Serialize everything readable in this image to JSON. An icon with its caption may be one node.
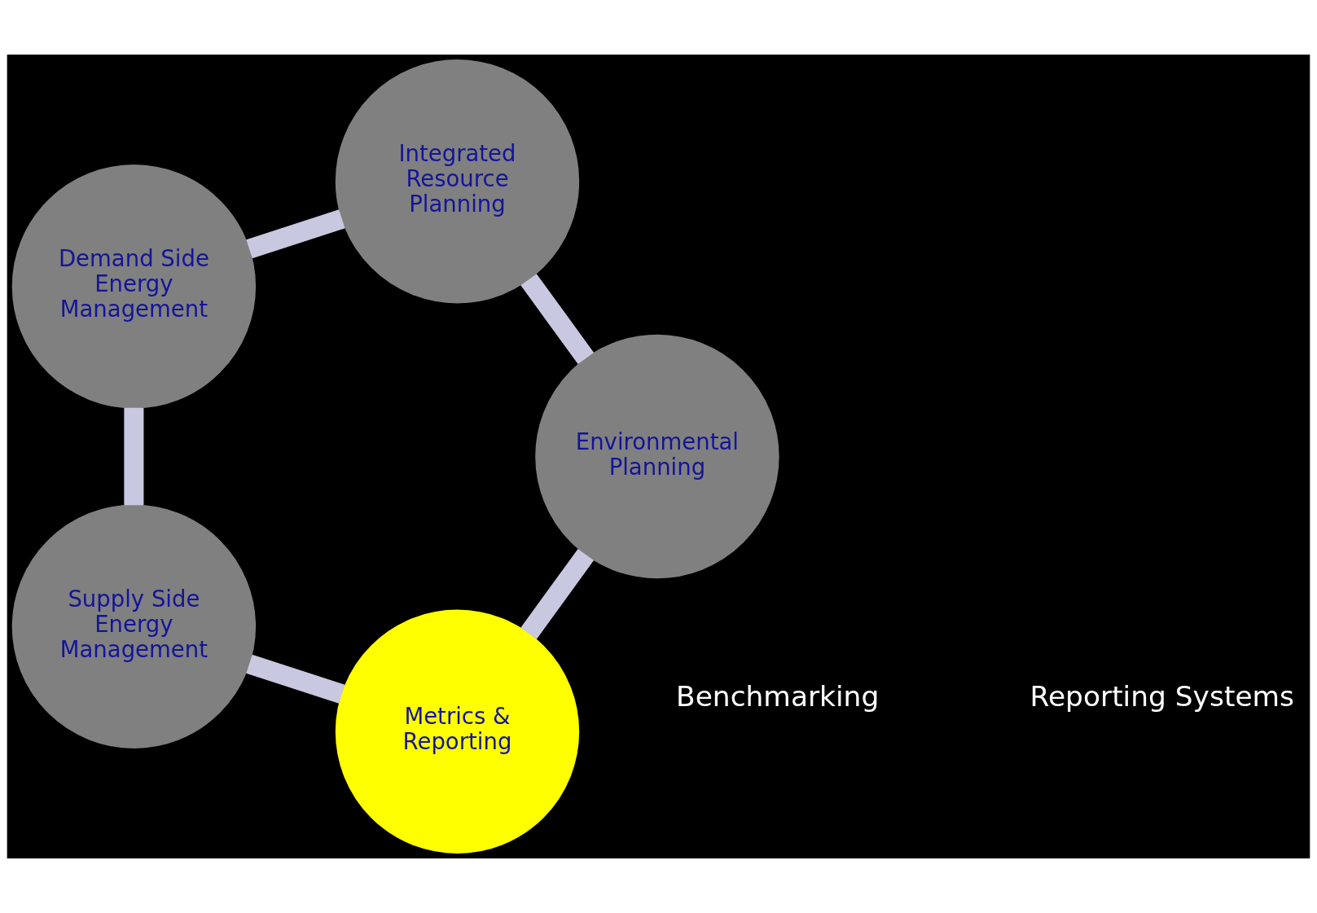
{
  "diagram": {
    "nodes": [
      {
        "text": [
          "Metrics & Reporting"
        ]
      },
      {
        "text": [
          "Supply Side Energy Management"
        ]
      },
      {
        "text": [
          "Demand Side Energy Management"
        ]
      },
      {
        "text": [
          "Integrated Resource Planning"
        ]
      },
      {
        "text": [
          "Environmental Planning"
        ]
      }
    ],
    "edges": [
      {
        "from": 0,
        "to": 1,
        "arrow": "none"
      },
      {
        "from": 1,
        "to": 2,
        "arrow": "none"
      },
      {
        "from": 2,
        "to": 3,
        "arrow": "none"
      },
      {
        "from": 3,
        "to": 4,
        "arrow": "none"
      },
      {
        "from": 4,
        "to": 0,
        "arrow": "none"
      }
    ],
    "labels": [
      "Benchmarking",
      "Reporting Systems"
    ]
  }
}
